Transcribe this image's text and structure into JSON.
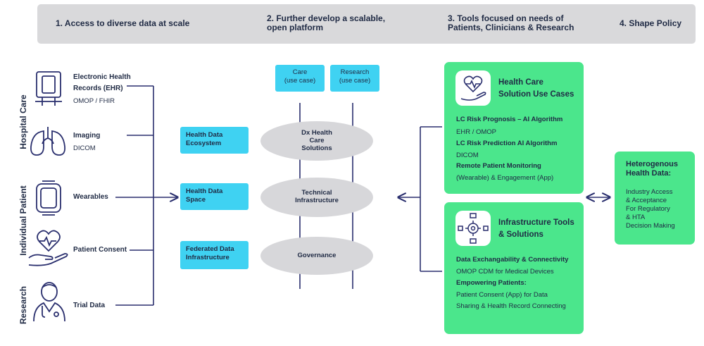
{
  "banner": {
    "items": [
      "1. Access to diverse data at scale",
      "2. Further develop a scalable,",
      "open platform",
      "3. Tools focused on needs of",
      "Patients, Clinicians & Research",
      "4. Shape Policy"
    ]
  },
  "groups": [
    "Hospital Care",
    "Individual Patient",
    "Research"
  ],
  "sources": [
    {
      "title1": "Electronic Health",
      "title2": "Records (EHR)",
      "sub": "OMOP / FHIR",
      "icon": "monitor-icon"
    },
    {
      "title1": "Imaging",
      "title2": "",
      "sub": "DICOM",
      "icon": "lungs-icon"
    },
    {
      "title1": "Wearables",
      "title2": "",
      "sub": "",
      "icon": "smartwatch-icon"
    },
    {
      "title1": "Patient Consent",
      "title2": "",
      "sub": "",
      "icon": "heart-hand-icon"
    },
    {
      "title1": "Trial Data",
      "title2": "",
      "sub": "",
      "icon": "doctor-icon"
    }
  ],
  "spaces": [
    {
      "l1": "Health Data",
      "l2": "Ecosystem"
    },
    {
      "l1": "Health Data",
      "l2": "Space"
    },
    {
      "l1": "Federated Data",
      "l2": "Infrastructure"
    }
  ],
  "use_cases": [
    {
      "l1": "Care",
      "l2": "(use case)"
    },
    {
      "l1": "Research",
      "l2": "(use case)"
    }
  ],
  "layers": [
    {
      "l1": "Dx Health",
      "l2": "Care",
      "l3": "Solutions"
    },
    {
      "l1": "Technical",
      "l2": "Infrastructure",
      "l3": ""
    },
    {
      "l1": "Governance",
      "l2": "",
      "l3": ""
    }
  ],
  "health_care_box": {
    "title1": "Health Care",
    "title2": "Solution Use Cases",
    "lines": [
      {
        "text": "LC Risk Prognosis – AI Algorithm",
        "bold": true
      },
      {
        "text": "EHR / OMOP",
        "bold": false
      },
      {
        "text": "LC Risk Prediction AI Algorithm",
        "bold": true
      },
      {
        "text": "DICOM",
        "bold": false
      },
      {
        "text": "Remote Patient Monitoring",
        "bold": true
      },
      {
        "text": "(Wearable) & Engagement (App)",
        "bold": false
      }
    ]
  },
  "infra_box": {
    "title1": "Infrastructure Tools",
    "title2": "& Solutions",
    "lines": [
      {
        "text": "Data Exchangability & Connectivity",
        "bold": true
      },
      {
        "text": "OMOP CDM for Medical Devices",
        "bold": false
      },
      {
        "text": "Empowering Patients:",
        "bold": true
      },
      {
        "text": "Patient Consent (App) for Data",
        "bold": false
      },
      {
        "text": "Sharing & Health Record Connecting",
        "bold": false
      }
    ]
  },
  "hetero_box": {
    "title1": "Heterogenous",
    "title2": "Health Data:",
    "lines": [
      "Industry Access",
      "& Acceptance",
      "For Regulatory",
      "& HTA",
      "Decision Making"
    ]
  },
  "colors": {
    "green": "#4be68c",
    "blue": "#3fd2f2",
    "navy": "#1f2a44",
    "grey": "#d7d7da"
  }
}
